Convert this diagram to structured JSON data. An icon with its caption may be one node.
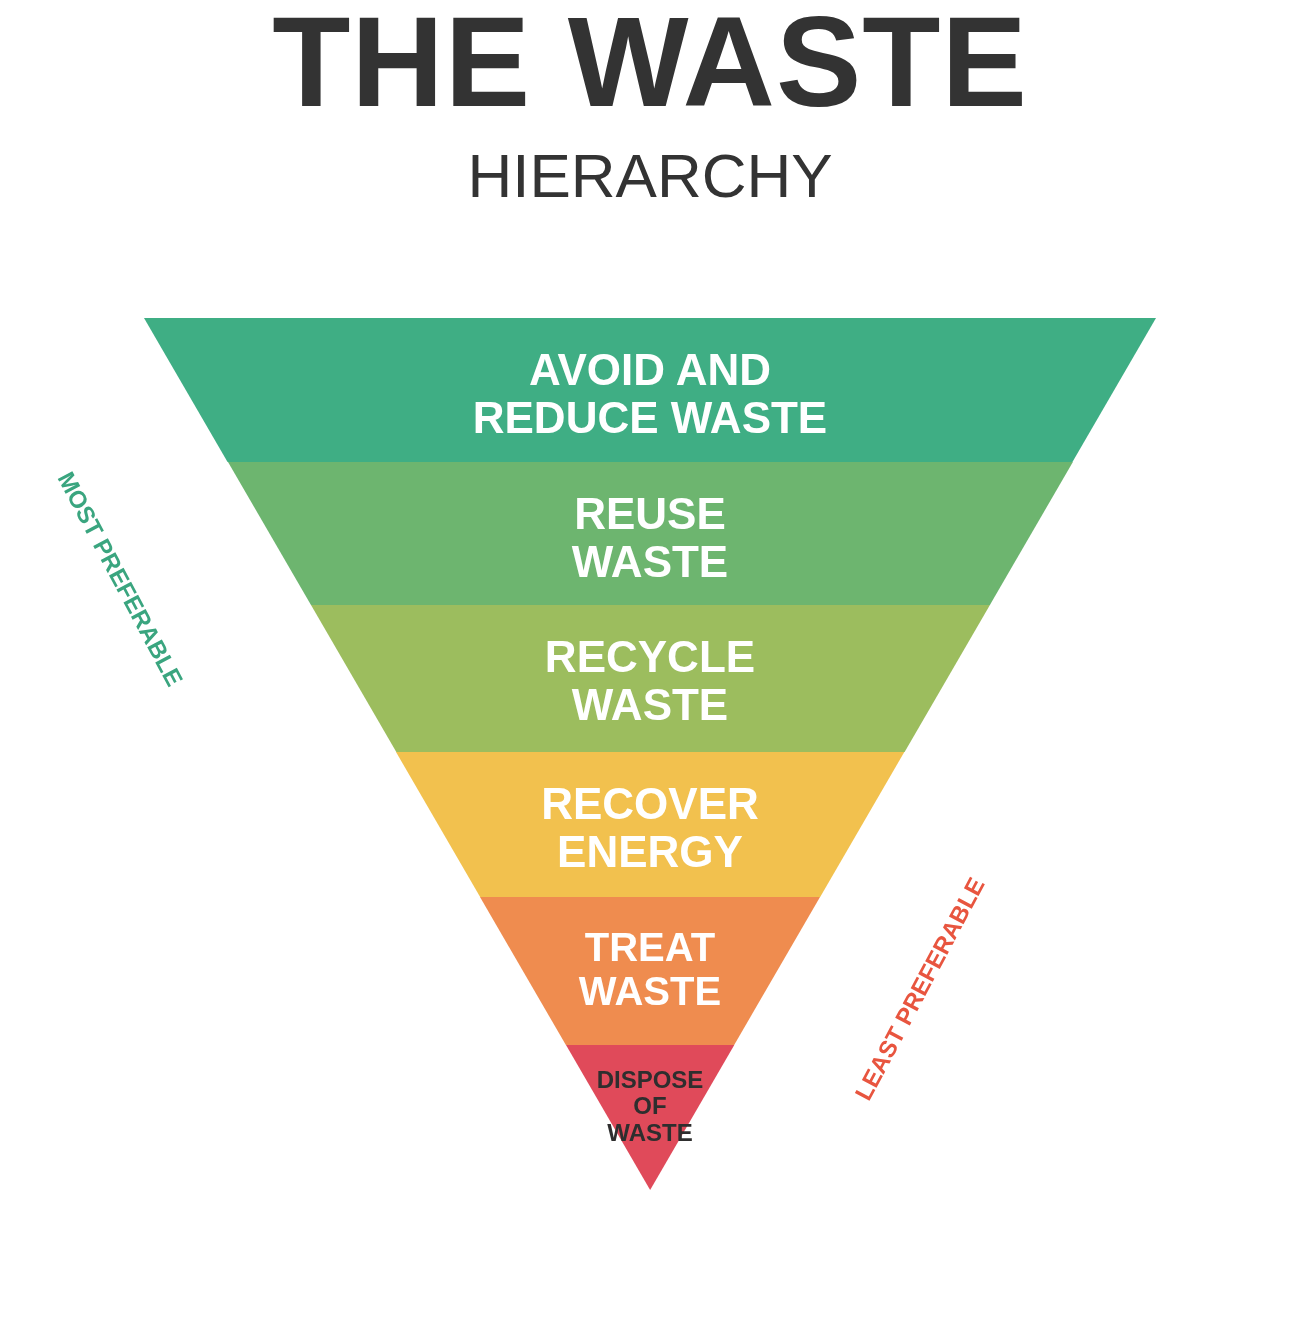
{
  "diagram": {
    "title": "THE WASTE",
    "nodes": [
      {
        "text": [
          "AVOID AND REDUCE WASTE"
        ]
      },
      {
        "text": [
          "REUSE WASTE"
        ]
      },
      {
        "text": [
          "RECYCLE WASTE"
        ]
      },
      {
        "text": [
          "RECOVER ENERGY"
        ]
      },
      {
        "text": [
          "TREAT WASTE"
        ]
      },
      {
        "text": [
          "DISPOSE OF WASTE"
        ]
      }
    ],
    "labels": [
      "HIERARCHY",
      "MOST PREFERABLE",
      "LEAST PREFERABLE"
    ]
  }
}
